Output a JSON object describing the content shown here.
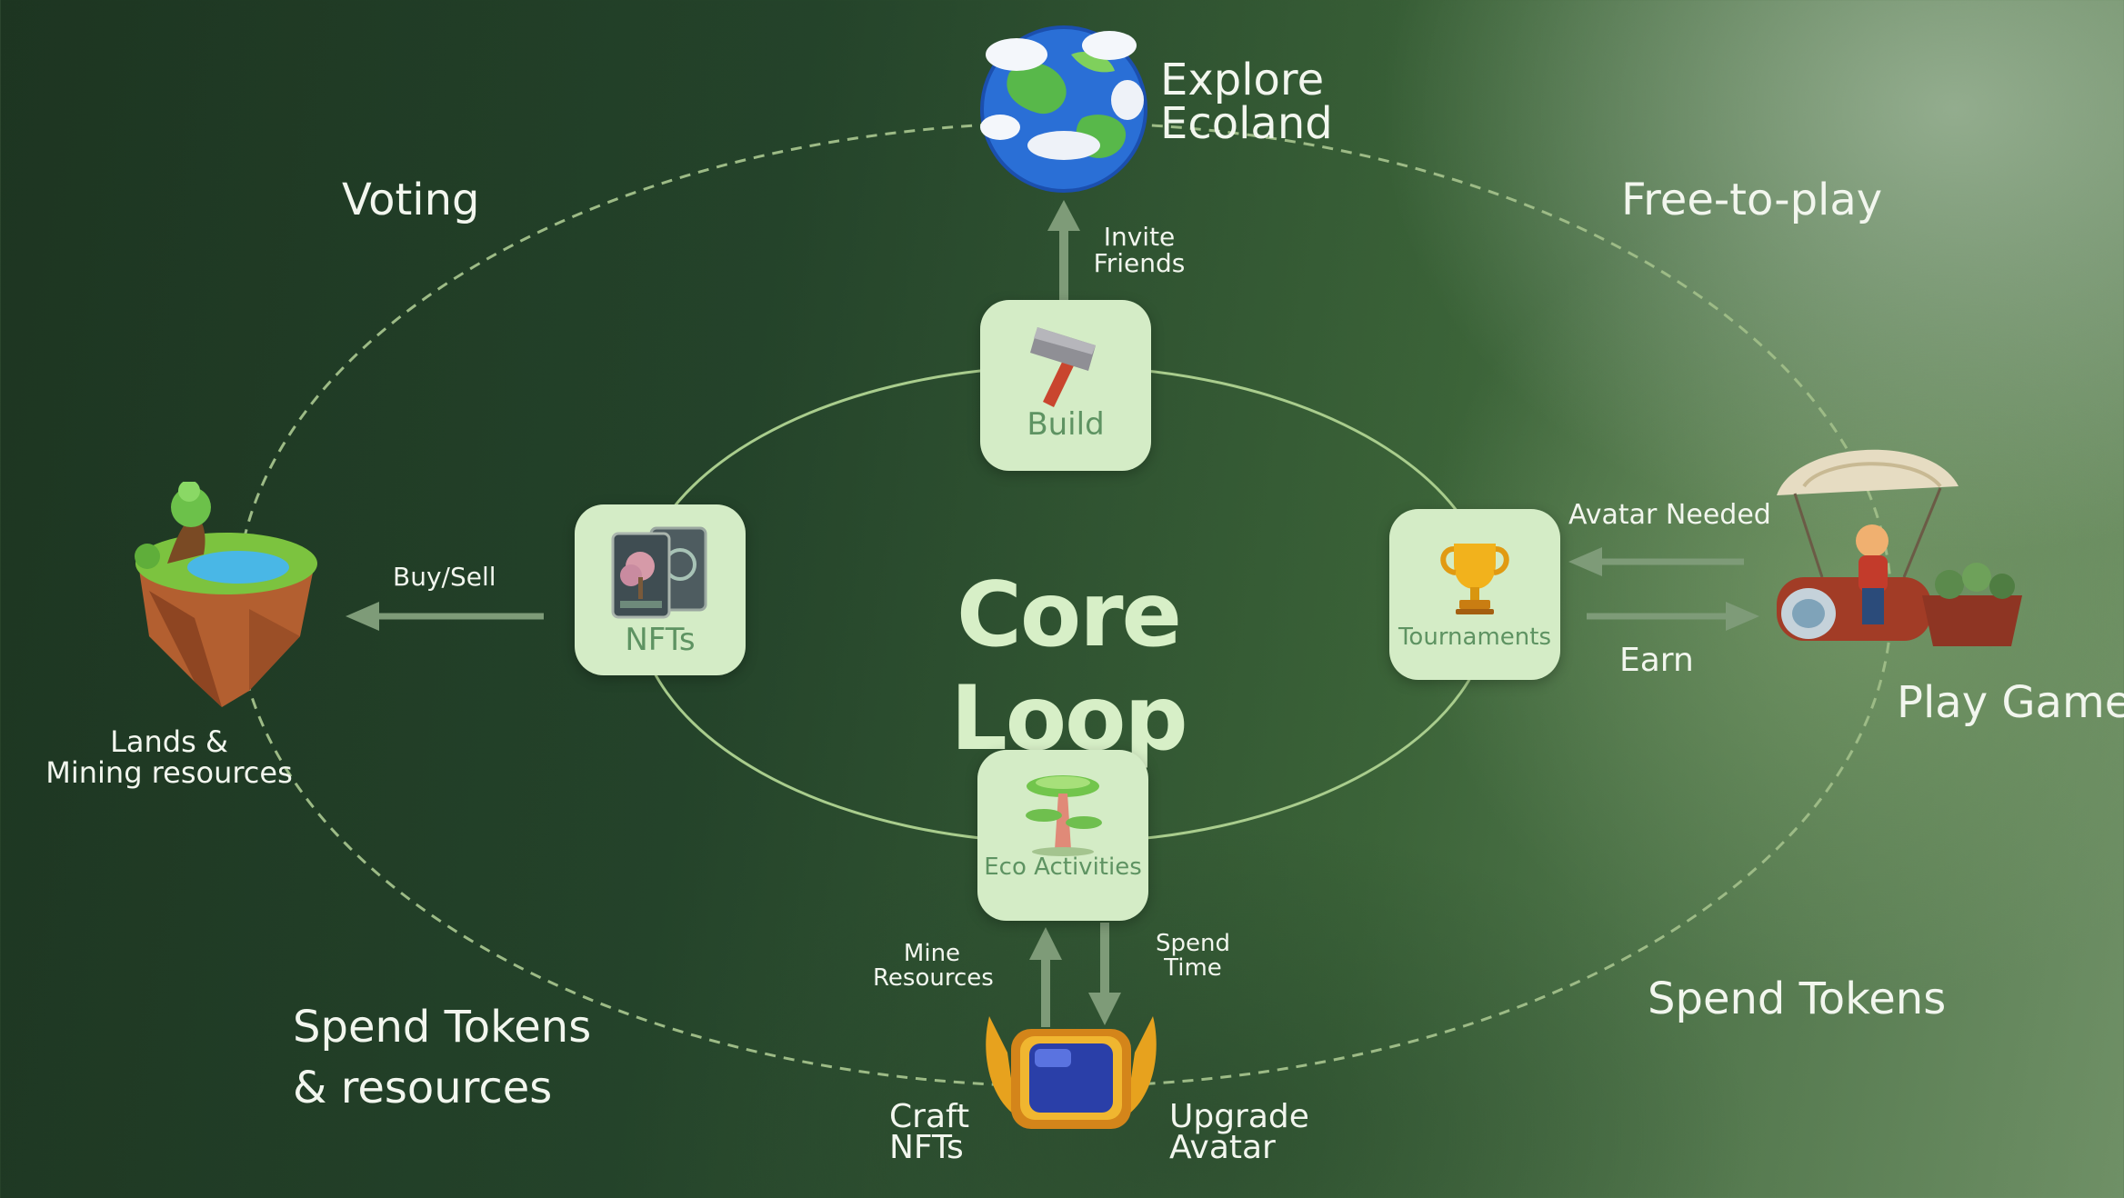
{
  "title": "Core Loop",
  "nodes": {
    "build": "Build",
    "nfts": "NFTs",
    "tournaments": "Tournaments",
    "eco_line1": "Eco",
    "eco_line2": "Activities"
  },
  "outer": {
    "explore_line1": "Explore",
    "explore_line2": "Ecoland",
    "play_games": "Play Games",
    "lands_line1": "Lands &",
    "lands_line2": "Mining resources",
    "craft_line1": "Craft",
    "craft_line2": "NFTs",
    "upgrade_line1": "Upgrade",
    "upgrade_line2": "Avatar"
  },
  "edges": {
    "invite_line1": "Invite",
    "invite_line2": "Friends",
    "buy_sell": "Buy/Sell",
    "avatar_needed": "Avatar Needed",
    "earn": "Earn",
    "mine_line1": "Mine",
    "mine_line2": "Resources",
    "spend_time_line1": "Spend",
    "spend_time_line2": "Time"
  },
  "quadrants": {
    "voting": "Voting",
    "free_to_play": "Free-to-play",
    "spend_tokens_resources_line1": "Spend Tokens",
    "spend_tokens_resources_line2": "& resources",
    "spend_tokens": "Spend Tokens"
  },
  "colors": {
    "card_bg": "#d4ecc6",
    "card_text": "#5e9362",
    "title": "#d7efc7",
    "arrow": "#7e9b78",
    "inner_ring": "#a9cd8d",
    "outer_ring": "#9dbb86"
  }
}
